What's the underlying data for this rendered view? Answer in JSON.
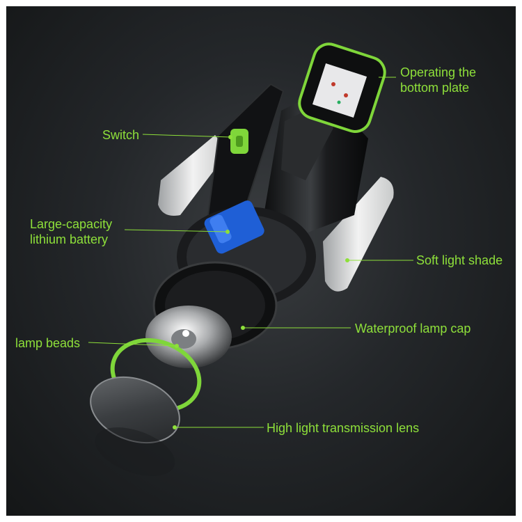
{
  "labels": {
    "bottom_plate": [
      "Operating the",
      "bottom plate"
    ],
    "switch": "Switch",
    "battery": [
      "Large-capacity",
      "lithium battery"
    ],
    "soft_shade": "Soft light shade",
    "lamp_cap": "Waterproof lamp cap",
    "lamp_beads": "lamp beads",
    "lens": "High light transmission lens"
  },
  "colors": {
    "accent": "#8ee03a",
    "background": "#1f2224",
    "battery_blue": "#1f5fd6"
  }
}
